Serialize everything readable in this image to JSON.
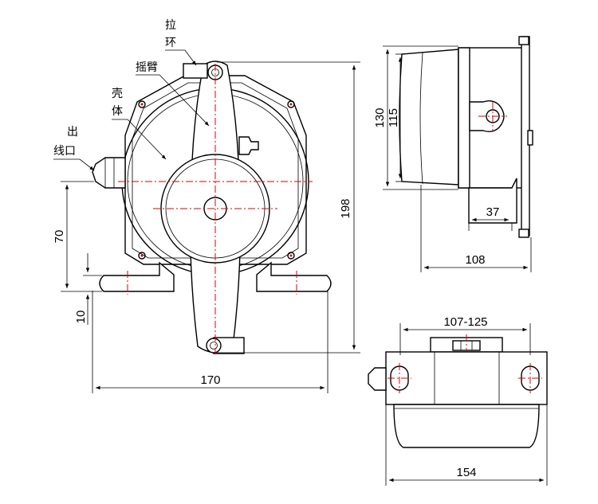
{
  "labels": {
    "pull_ring_1": "拉",
    "pull_ring_2": "环",
    "rocker_arm": "摇臂",
    "shell_1": "壳",
    "shell_2": "体",
    "outlet_1": "出",
    "outlet_2": "线口"
  },
  "dimensions": {
    "height_total": "198",
    "width_total": "170",
    "bracket_height": "70",
    "base_thickness": "10",
    "side_height_outer": "130",
    "side_height_inner": "115",
    "side_depth": "108",
    "side_offset": "37",
    "top_width": "154",
    "slot_range": "107-125"
  },
  "colors": {
    "outline": "#000000",
    "centerline": "#e00000"
  }
}
